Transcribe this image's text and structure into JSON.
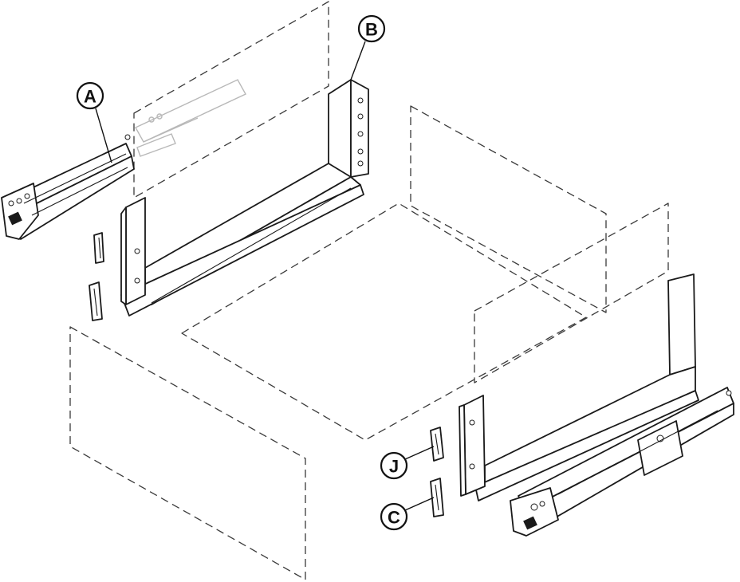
{
  "diagram": {
    "type": "exploded-assembly",
    "callouts": [
      {
        "id": "A",
        "label": "A"
      },
      {
        "id": "B",
        "label": "B"
      },
      {
        "id": "J",
        "label": "J"
      },
      {
        "id": "C",
        "label": "C"
      }
    ],
    "colors": {
      "line": "#1a1a1a",
      "dashed": "#3a3a3a",
      "ghost": "#b8b8b8",
      "background": "#ffffff"
    }
  }
}
